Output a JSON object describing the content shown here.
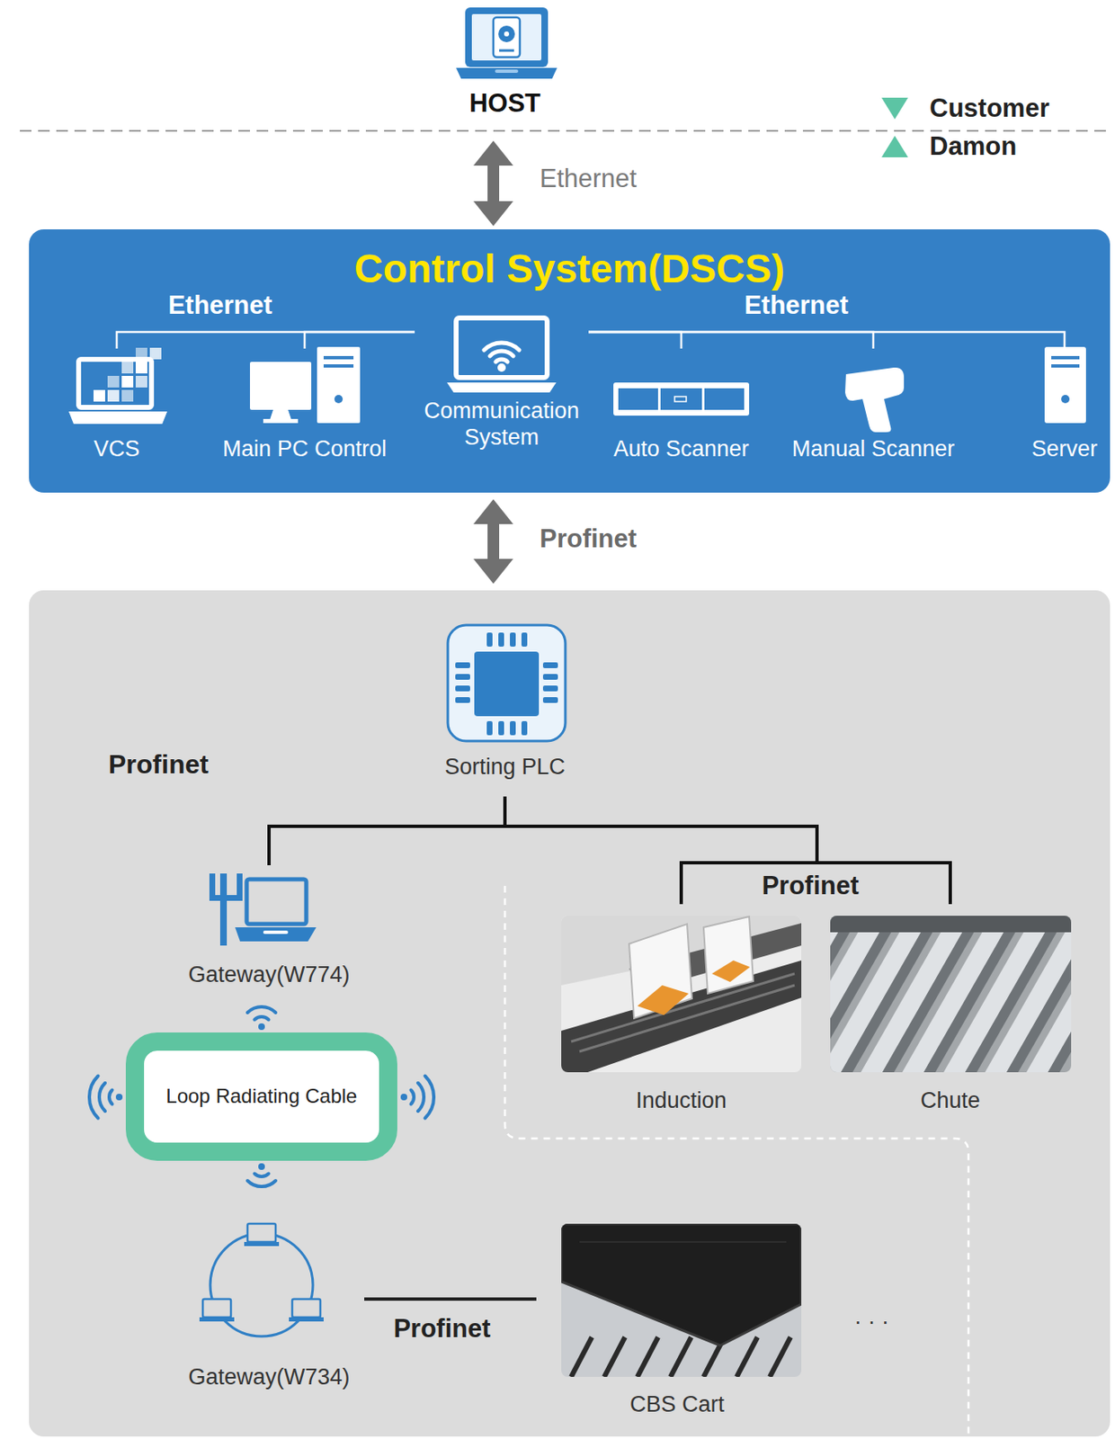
{
  "diagram": {
    "nodes": [
      {
        "text": [
          "HOST"
        ]
      },
      {
        "text": [
          "Control System(DSCS)"
        ]
      },
      {
        "text": [
          "VCS"
        ],
        "in": 1
      },
      {
        "text": [
          "Main PC Control"
        ],
        "in": 1
      },
      {
        "text": [
          "Communication System"
        ],
        "in": 1
      },
      {
        "text": [
          "Auto Scanner"
        ],
        "in": 1
      },
      {
        "text": [
          "Manual Scanner"
        ],
        "in": 1
      },
      {
        "text": [
          "Server"
        ],
        "in": 1
      },
      {
        "text": [
          "Profinet"
        ]
      },
      {
        "text": [
          "Sorting PLC"
        ],
        "in": 8
      },
      {
        "text": [
          "Gateway(W774)"
        ],
        "in": 8
      },
      {
        "text": [
          "Induction"
        ],
        "in": 8
      },
      {
        "text": [
          "Chute"
        ],
        "in": 8
      },
      {
        "text": [
          "Loop Radiating Cable"
        ],
        "in": 8
      },
      {
        "text": [
          "Gateway(W734)"
        ],
        "in": 8
      },
      {
        "text": [
          "CBS Cart"
        ],
        "in": 8
      }
    ],
    "edges": [
      {
        "from": 0,
        "to": 1,
        "arrow": "both",
        "label": "Ethernet"
      },
      {
        "from": 4,
        "to": 2,
        "arrow": "none",
        "label": "Ethernet"
      },
      {
        "from": 4,
        "to": 3,
        "arrow": "none"
      },
      {
        "from": 4,
        "to": 5,
        "arrow": "none"
      },
      {
        "from": 4,
        "to": 6,
        "arrow": "none",
        "label": "Ethernet"
      },
      {
        "from": 4,
        "to": 7,
        "arrow": "none"
      },
      {
        "from": 1,
        "to": 8,
        "arrow": "both",
        "label": "Profinet"
      },
      {
        "from": 9,
        "to": 10,
        "arrow": "none"
      },
      {
        "from": 9,
        "to": 11,
        "arrow": "none",
        "label": "Profinet"
      },
      {
        "from": 9,
        "to": 12,
        "arrow": "none"
      },
      {
        "from": 14,
        "to": 15,
        "arrow": "none",
        "label": "Profinet"
      }
    ],
    "labels": [
      "· · ·"
    ],
    "legend": [
      {
        "text": "Customer",
        "color": "#5cc4a4"
      },
      {
        "text": "Damon",
        "color": "#5cc4a4"
      }
    ]
  }
}
